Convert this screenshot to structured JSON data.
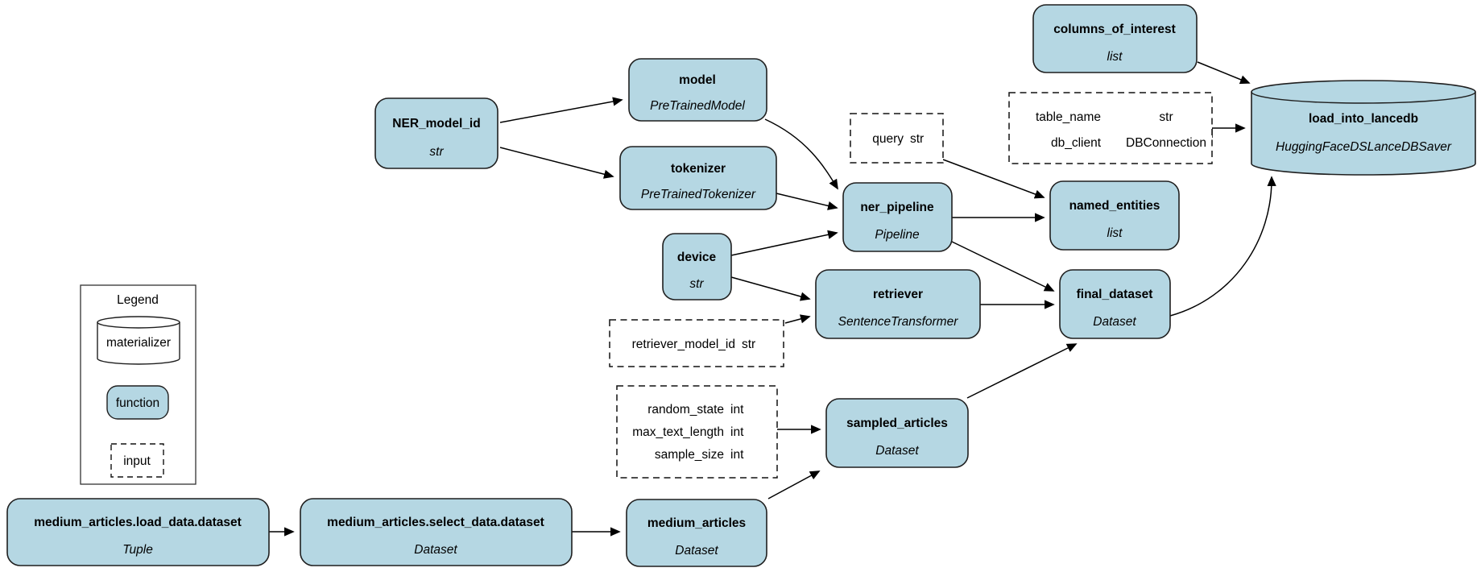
{
  "diagram": {
    "kind": "dataflow-dag",
    "colors": {
      "node_fill": "#b5d7e3",
      "node_border": "#1f1f1f",
      "edge_color": "#000000",
      "background": "#ffffff"
    },
    "legend": {
      "title": "Legend",
      "items": [
        {
          "shape": "cylinder",
          "label": "materializer"
        },
        {
          "shape": "rounded-rect",
          "label": "function"
        },
        {
          "shape": "dashed-rect",
          "label": "input"
        }
      ]
    },
    "nodes": [
      {
        "id": "columns_of_interest",
        "label": "columns_of_interest",
        "sublabel": "list",
        "shape": "function"
      },
      {
        "id": "load_into_lancedb",
        "label": "load_into_lancedb",
        "sublabel": "HuggingFaceDSLanceDBSaver",
        "shape": "materializer"
      },
      {
        "id": "model",
        "label": "model",
        "sublabel": "PreTrainedModel",
        "shape": "function"
      },
      {
        "id": "NER_model_id",
        "label": "NER_model_id",
        "sublabel": "str",
        "shape": "function"
      },
      {
        "id": "tokenizer",
        "label": "tokenizer",
        "sublabel": "PreTrainedTokenizer",
        "shape": "function"
      },
      {
        "id": "ner_pipeline",
        "label": "ner_pipeline",
        "sublabel": "Pipeline",
        "shape": "function"
      },
      {
        "id": "named_entities",
        "label": "named_entities",
        "sublabel": "list",
        "shape": "function"
      },
      {
        "id": "device",
        "label": "device",
        "sublabel": "str",
        "shape": "function"
      },
      {
        "id": "retriever",
        "label": "retriever",
        "sublabel": "SentenceTransformer",
        "shape": "function"
      },
      {
        "id": "final_dataset",
        "label": "final_dataset",
        "sublabel": "Dataset",
        "shape": "function"
      },
      {
        "id": "sampled_articles",
        "label": "sampled_articles",
        "sublabel": "Dataset",
        "shape": "function"
      },
      {
        "id": "medium_articles",
        "label": "medium_articles",
        "sublabel": "Dataset",
        "shape": "function"
      },
      {
        "id": "medium_articles.select_data.dataset",
        "label": "medium_articles.select_data.dataset",
        "sublabel": "Dataset",
        "shape": "function"
      },
      {
        "id": "medium_articles.load_data.dataset",
        "label": "medium_articles.load_data.dataset",
        "sublabel": "Tuple",
        "shape": "function"
      }
    ],
    "inputs": [
      {
        "id": "query",
        "rows": [
          {
            "name": "query",
            "type": "str"
          }
        ]
      },
      {
        "id": "lancedb_params",
        "rows": [
          {
            "name": "table_name",
            "type": "str"
          },
          {
            "name": "db_client",
            "type": "DBConnection"
          }
        ]
      },
      {
        "id": "retriever_model_id",
        "rows": [
          {
            "name": "retriever_model_id",
            "type": "str"
          }
        ]
      },
      {
        "id": "sampling_params",
        "rows": [
          {
            "name": "random_state",
            "type": "int"
          },
          {
            "name": "max_text_length",
            "type": "int"
          },
          {
            "name": "sample_size",
            "type": "int"
          }
        ]
      }
    ],
    "edges": [
      {
        "from": "NER_model_id",
        "to": "model"
      },
      {
        "from": "NER_model_id",
        "to": "tokenizer"
      },
      {
        "from": "model",
        "to": "ner_pipeline"
      },
      {
        "from": "tokenizer",
        "to": "ner_pipeline"
      },
      {
        "from": "device",
        "to": "ner_pipeline"
      },
      {
        "from": "device",
        "to": "retriever"
      },
      {
        "from": "query",
        "to": "named_entities"
      },
      {
        "from": "ner_pipeline",
        "to": "named_entities"
      },
      {
        "from": "ner_pipeline",
        "to": "final_dataset"
      },
      {
        "from": "retriever",
        "to": "final_dataset"
      },
      {
        "from": "retriever_model_id",
        "to": "retriever"
      },
      {
        "from": "sampled_articles",
        "to": "final_dataset"
      },
      {
        "from": "sampling_params",
        "to": "sampled_articles"
      },
      {
        "from": "medium_articles",
        "to": "sampled_articles"
      },
      {
        "from": "medium_articles.load_data.dataset",
        "to": "medium_articles.select_data.dataset"
      },
      {
        "from": "medium_articles.select_data.dataset",
        "to": "medium_articles"
      },
      {
        "from": "columns_of_interest",
        "to": "load_into_lancedb"
      },
      {
        "from": "lancedb_params",
        "to": "load_into_lancedb"
      },
      {
        "from": "final_dataset",
        "to": "load_into_lancedb"
      }
    ]
  }
}
